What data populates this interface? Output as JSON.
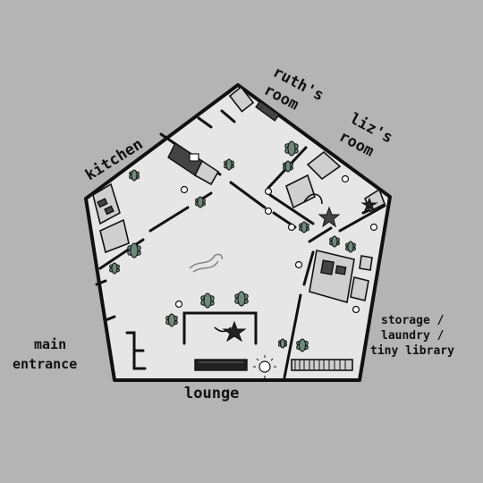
{
  "rooms": {
    "kitchen": "kitchen",
    "ruths_room_line1": "ruth's",
    "ruths_room_line2": "room",
    "lizs_room_line1": "liz's",
    "lizs_room_line2": "room",
    "main_entrance_line1": "main",
    "main_entrance_line2": "entrance",
    "lounge": "lounge",
    "storage_line1": "storage /",
    "storage_line2": "laundry /",
    "storage_line3": "tiny library"
  },
  "colors": {
    "background": "#b4b4b4",
    "floor": "#e6e6e6",
    "wall": "#111111",
    "plant": "#6f8a7c"
  }
}
